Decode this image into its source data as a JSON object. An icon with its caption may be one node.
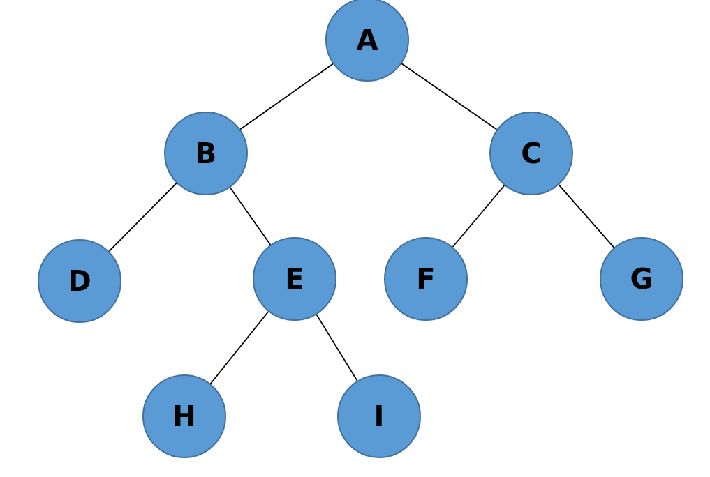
{
  "diagram": {
    "nodes": [
      {
        "text": [
          "A"
        ]
      },
      {
        "text": [
          "B"
        ]
      },
      {
        "text": [
          "C"
        ]
      },
      {
        "text": [
          "D"
        ]
      },
      {
        "text": [
          "E"
        ]
      },
      {
        "text": [
          "F"
        ]
      },
      {
        "text": [
          "G"
        ]
      },
      {
        "text": [
          "H"
        ]
      },
      {
        "text": [
          "I"
        ]
      }
    ],
    "edges": [
      {
        "from": 0,
        "to": 1,
        "arrow": "none"
      },
      {
        "from": 0,
        "to": 2,
        "arrow": "none"
      },
      {
        "from": 1,
        "to": 3,
        "arrow": "none"
      },
      {
        "from": 1,
        "to": 4,
        "arrow": "none"
      },
      {
        "from": 2,
        "to": 5,
        "arrow": "none"
      },
      {
        "from": 2,
        "to": 6,
        "arrow": "none"
      },
      {
        "from": 4,
        "to": 7,
        "arrow": "none"
      },
      {
        "from": 4,
        "to": 8,
        "arrow": "none"
      }
    ]
  }
}
